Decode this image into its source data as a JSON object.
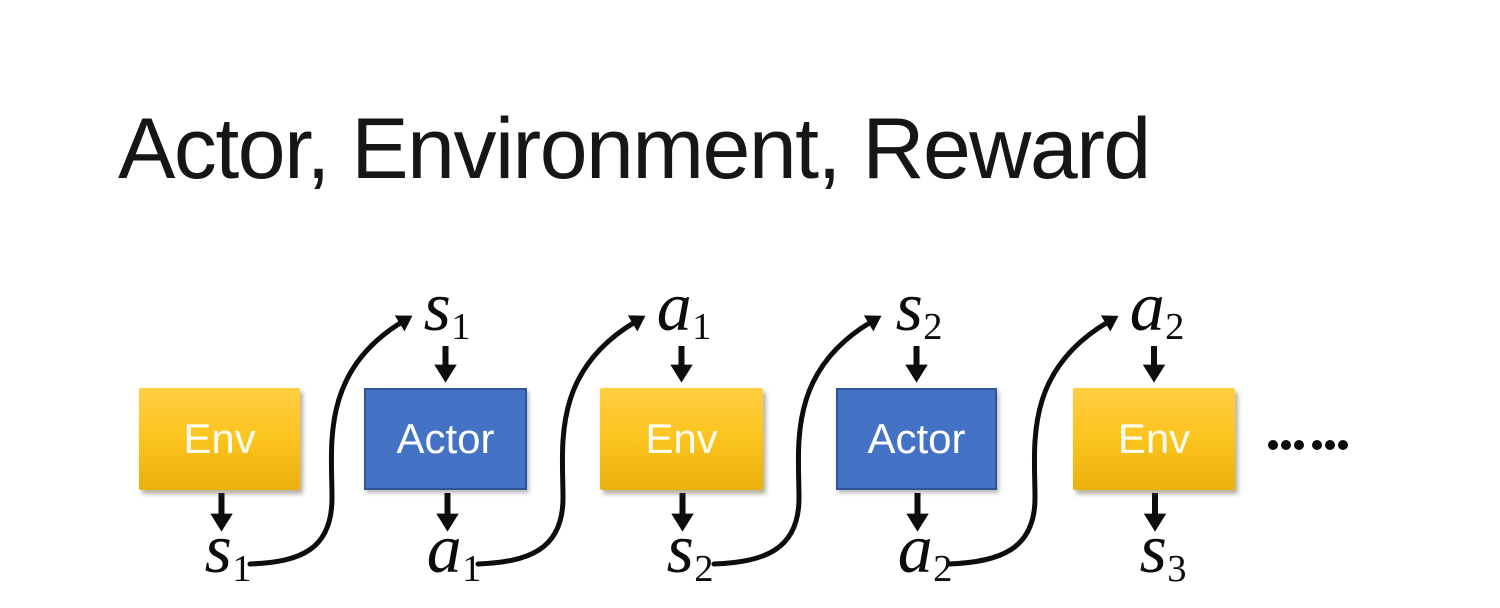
{
  "title": "Actor, Environment, Reward",
  "boxes": [
    {
      "label": "Env",
      "type": "env"
    },
    {
      "label": "Actor",
      "type": "actor"
    },
    {
      "label": "Env",
      "type": "env"
    },
    {
      "label": "Actor",
      "type": "actor"
    },
    {
      "label": "Env",
      "type": "env"
    }
  ],
  "top_labels": [
    {
      "base": "s",
      "sub": "1"
    },
    {
      "base": "a",
      "sub": "1"
    },
    {
      "base": "s",
      "sub": "2"
    },
    {
      "base": "a",
      "sub": "2"
    }
  ],
  "bottom_labels": [
    {
      "base": "s",
      "sub": "1"
    },
    {
      "base": "a",
      "sub": "1"
    },
    {
      "base": "s",
      "sub": "2"
    },
    {
      "base": "a",
      "sub": "2"
    },
    {
      "base": "s",
      "sub": "3"
    }
  ],
  "ellipsis": "……",
  "colors": {
    "env_gradient_top": "#FFCE43",
    "env_gradient_bottom": "#EAB10D",
    "actor_fill": "#4472C4",
    "actor_border": "#2F5597",
    "box_text": "#FFFFFF",
    "arrow": "#000000",
    "title_text": "#161616",
    "background": "#FFFFFF"
  }
}
